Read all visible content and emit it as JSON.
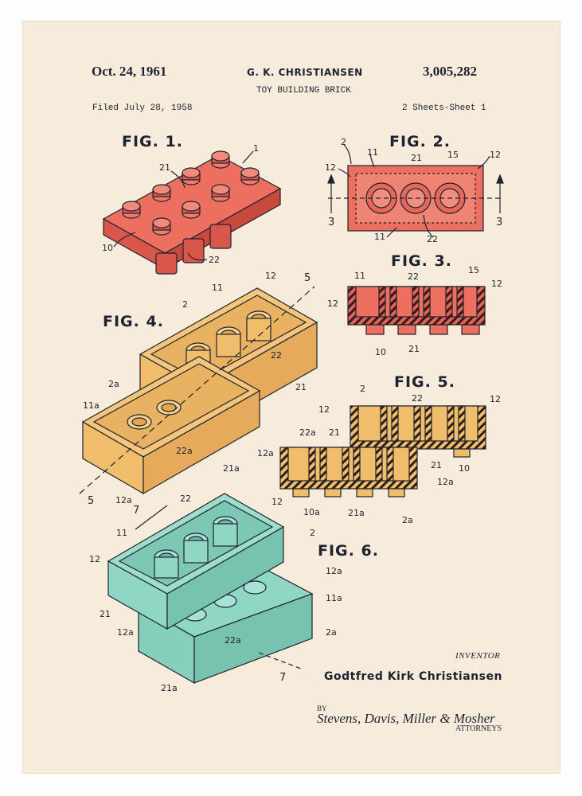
{
  "header": {
    "date": "Oct. 24, 1961",
    "inventor_short": "G. K. CHRISTIANSEN",
    "patent_number": "3,005,282",
    "title": "TOY BUILDING BRICK",
    "filed": "Filed July 28, 1958",
    "sheets": "2 Sheets-Sheet 1"
  },
  "figures": {
    "fig1": "FIG. 1.",
    "fig2": "FIG. 2.",
    "fig3": "FIG. 3.",
    "fig4": "FIG. 4.",
    "fig5": "FIG. 5.",
    "fig6": "FIG. 6."
  },
  "labels": {
    "fig1": [
      "1",
      "21",
      "10",
      "22"
    ],
    "fig2": [
      "2",
      "11",
      "21",
      "15",
      "12",
      "12",
      "3",
      "3",
      "11",
      "22"
    ],
    "fig3": [
      "11",
      "22",
      "15",
      "12",
      "12",
      "10",
      "21"
    ],
    "fig4": [
      "11",
      "12",
      "5",
      "2",
      "22",
      "21",
      "2a",
      "11a",
      "22a",
      "21a",
      "5",
      "12a"
    ],
    "fig5": [
      "2",
      "22",
      "12",
      "12",
      "22a",
      "21",
      "12a",
      "21",
      "10",
      "12a",
      "10a",
      "21a",
      "2a"
    ],
    "fig6": [
      "7",
      "22",
      "12",
      "11",
      "2",
      "12",
      "12a",
      "11a",
      "21",
      "12a",
      "22a",
      "2a",
      "7",
      "21a"
    ]
  },
  "footer": {
    "inventor_label": "INVENTOR",
    "inventor_name": "Godtfred Kirk Christiansen",
    "by": "BY",
    "signature": "Stevens, Davis, Miller & Mosher",
    "attorneys": "ATTORNEYS"
  },
  "colors": {
    "paper": "#f7ecdc",
    "red_brick": "#ea6a5a",
    "yellow_brick": "#f0bd6a",
    "teal_brick": "#8fd6c4",
    "ink": "#1d2230"
  }
}
